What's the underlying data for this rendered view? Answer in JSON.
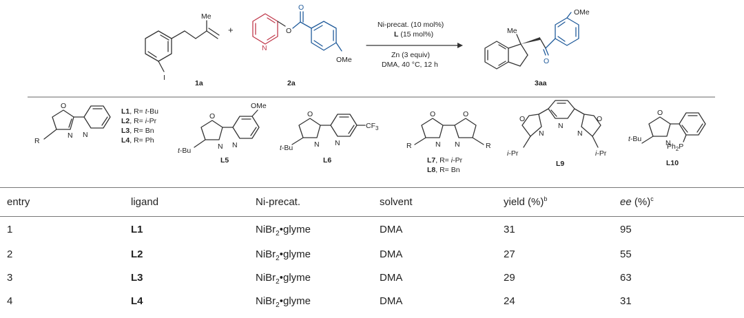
{
  "scheme": {
    "substrate1_label": "1a",
    "substrate1_me": "Me",
    "substrate1_i": "I",
    "plus": "+",
    "substrate2_label": "2a",
    "substrate2_n": "N",
    "substrate2_o1": "O",
    "substrate2_o2": "O",
    "substrate2_ome": "OMe",
    "conditions": {
      "line1": "Ni-precat. (10 mol%)",
      "line2_bold": "L",
      "line2_rest": " (15 mol%)",
      "line3": "Zn (3 equiv)",
      "line4": "DMA, 40 °C, 12 h"
    },
    "product_label": "3aa",
    "product_me": "Me",
    "product_o": "O",
    "product_ome": "OMe"
  },
  "ligands": {
    "group1": {
      "r": "R",
      "o": "O",
      "n1": "N",
      "n2": "N",
      "lines": [
        {
          "bold": "L1",
          "rest": ", R= ",
          "italic": "t",
          "after": "-Bu"
        },
        {
          "bold": "L2",
          "rest": ", R= ",
          "italic": "i",
          "after": "-Pr"
        },
        {
          "bold": "L3",
          "rest": ", R= Bn",
          "italic": "",
          "after": ""
        },
        {
          "bold": "L4",
          "rest": ", R= Ph",
          "italic": "",
          "after": ""
        }
      ]
    },
    "l5": {
      "label": "L5",
      "ome": "OMe",
      "o": "O",
      "n1": "N",
      "n2": "N",
      "tbu_i": "t",
      "tbu": "-Bu"
    },
    "l6": {
      "label": "L6",
      "cf3": "CF",
      "cf3_sub": "3",
      "o": "O",
      "n1": "N",
      "n2": "N",
      "tbu_i": "t",
      "tbu": "-Bu"
    },
    "l7l8": {
      "o1": "O",
      "o2": "O",
      "n1": "N",
      "n2": "N",
      "r1": "R",
      "r2": "R",
      "line1_bold": "L7",
      "line1_rest": ", R= ",
      "line1_italic": "i",
      "line1_after": "-Pr",
      "line2_bold": "L8",
      "line2_rest": ", R= Bn"
    },
    "l9": {
      "label": "L9",
      "o1": "O",
      "o2": "O",
      "n1": "N",
      "n2": "N",
      "n3": "N",
      "ipr_i": "i",
      "ipr": "-Pr"
    },
    "l10": {
      "label": "L10",
      "o": "O",
      "n": "N",
      "pph2": "Ph",
      "pph2_sub": "2",
      "pph2_p": "P",
      "tbu_i": "t",
      "tbu": "-Bu"
    }
  },
  "table": {
    "headers": {
      "entry": "entry",
      "ligand": "ligand",
      "precat": "Ni-precat.",
      "solvent": "solvent",
      "yield": "yield (%)",
      "yield_sup": "b",
      "ee_italic": "ee",
      "ee_rest": " (%)",
      "ee_sup": "c"
    },
    "rows": [
      {
        "entry": "1",
        "ligand": "L1",
        "precat_pre": "NiBr",
        "precat_sub": "2",
        "precat_post": "•glyme",
        "solvent": "DMA",
        "yield": "31",
        "ee": "95"
      },
      {
        "entry": "2",
        "ligand": "L2",
        "precat_pre": "NiBr",
        "precat_sub": "2",
        "precat_post": "•glyme",
        "solvent": "DMA",
        "yield": "27",
        "ee": "55"
      },
      {
        "entry": "3",
        "ligand": "L3",
        "precat_pre": "NiBr",
        "precat_sub": "2",
        "precat_post": "•glyme",
        "solvent": "DMA",
        "yield": "29",
        "ee": "63"
      },
      {
        "entry": "4",
        "ligand": "L4",
        "precat_pre": "NiBr",
        "precat_sub": "2",
        "precat_post": "•glyme",
        "solvent": "DMA",
        "yield": "24",
        "ee": "31"
      }
    ]
  }
}
